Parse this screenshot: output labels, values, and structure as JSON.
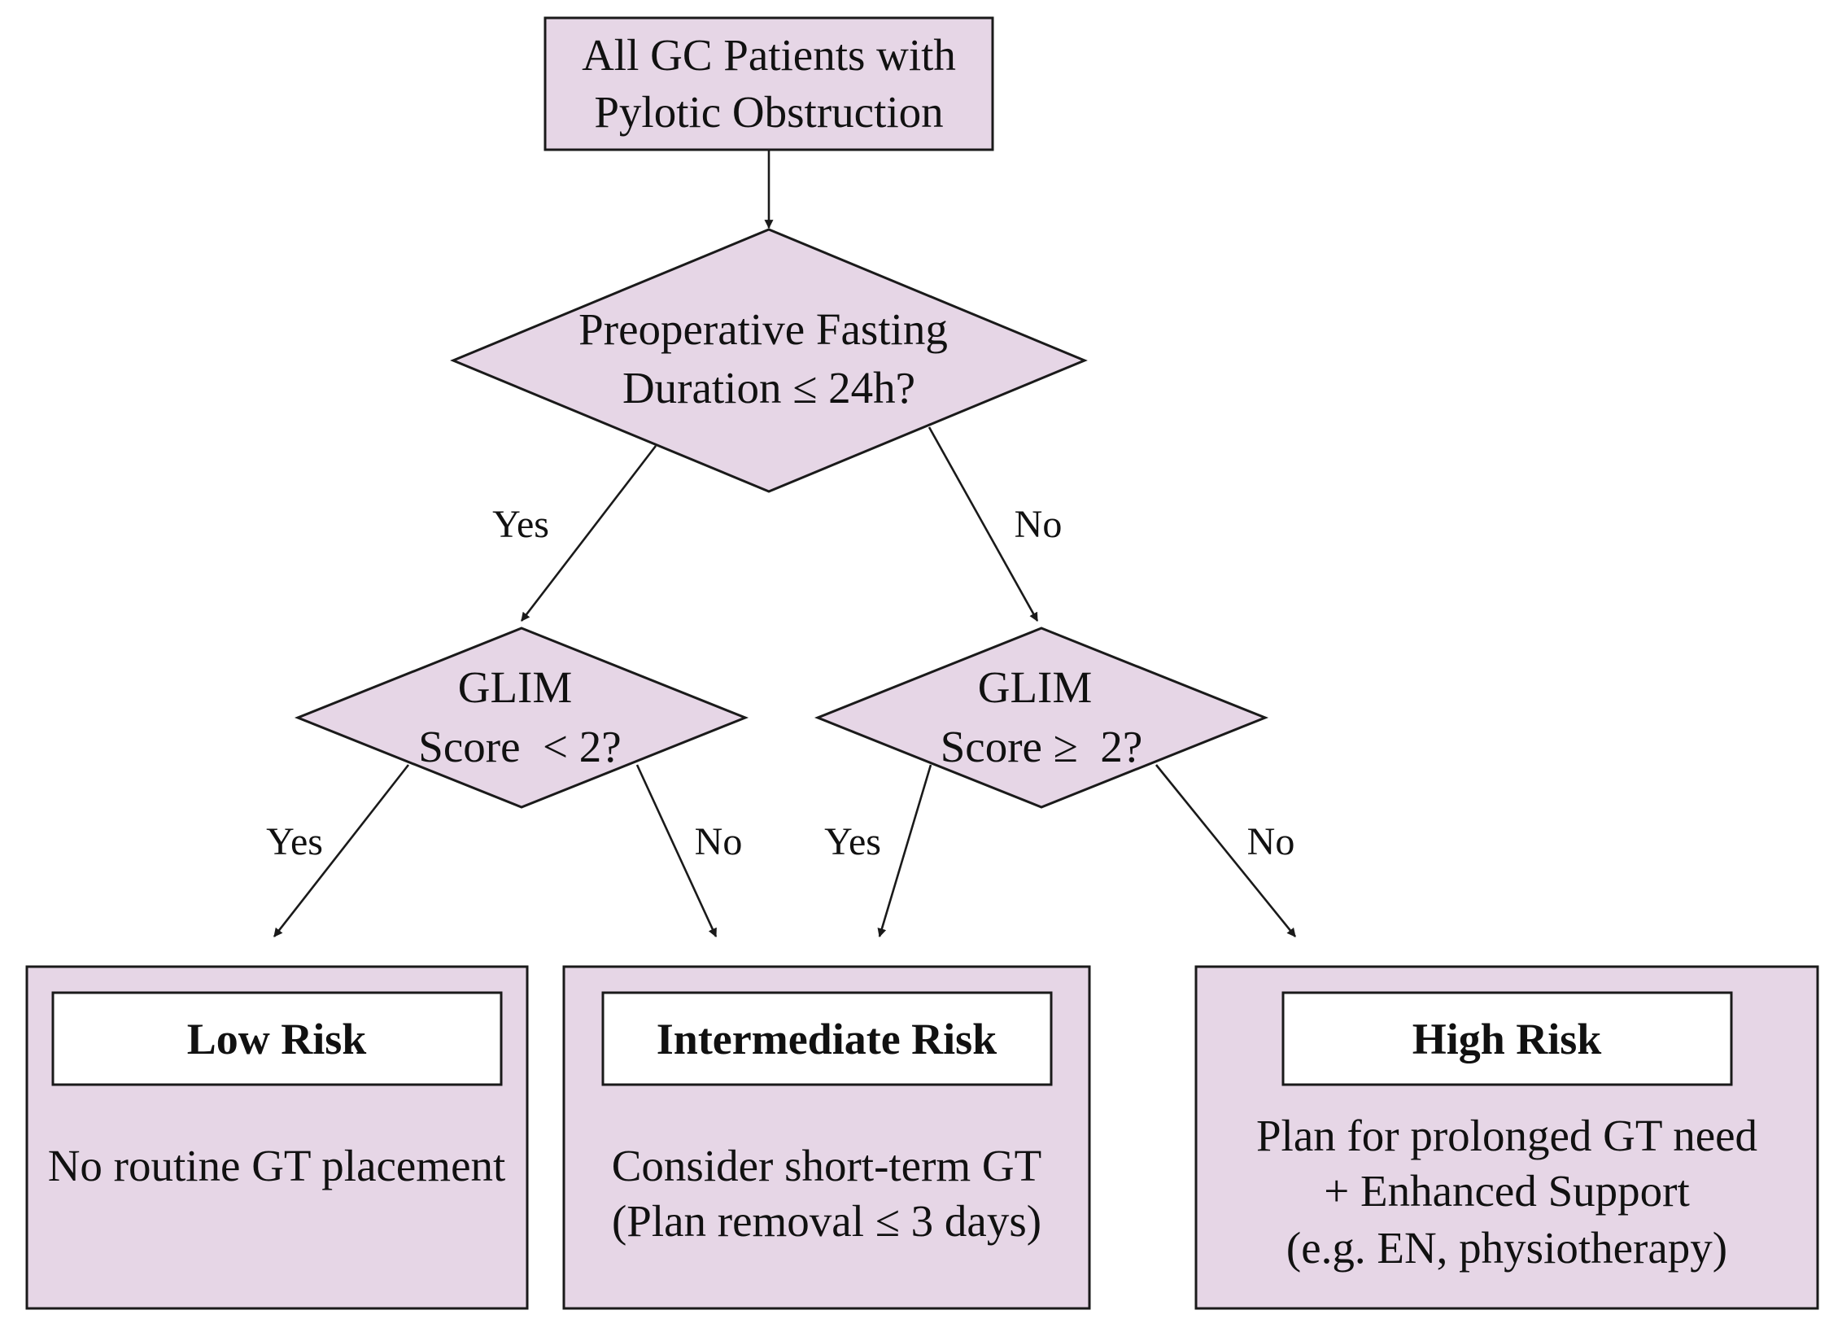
{
  "start": {
    "lines": [
      "All GC Patients with",
      "Pylotic Obstruction"
    ]
  },
  "fasting_decision": {
    "lines": [
      "Preoperative Fasting",
      "Duration ≤ 24h?"
    ],
    "yes_label": "Yes",
    "no_label": "No"
  },
  "glim_left": {
    "lines": [
      "GLIM",
      "Score  < 2?"
    ],
    "yes_label": "Yes",
    "no_label": "No"
  },
  "glim_right": {
    "lines": [
      "GLIM",
      "Score ≥  2?"
    ],
    "yes_label": "Yes",
    "no_label": "No"
  },
  "low_risk": {
    "title": "Low Risk",
    "lines": [
      "No routine GT placement"
    ]
  },
  "intermediate_risk": {
    "title": "Intermediate Risk",
    "lines": [
      "Consider short-term GT",
      "(Plan removal ≤ 3 days)"
    ]
  },
  "high_risk": {
    "title": "High Risk",
    "lines": [
      "Plan for prolonged GT need",
      "+ Enhanced Support",
      "(e.g. EN, physiotherapy)"
    ]
  },
  "colors": {
    "node_fill": "#e6d6e6",
    "stroke": "#1a1a1a",
    "title_fill": "#ffffff"
  }
}
